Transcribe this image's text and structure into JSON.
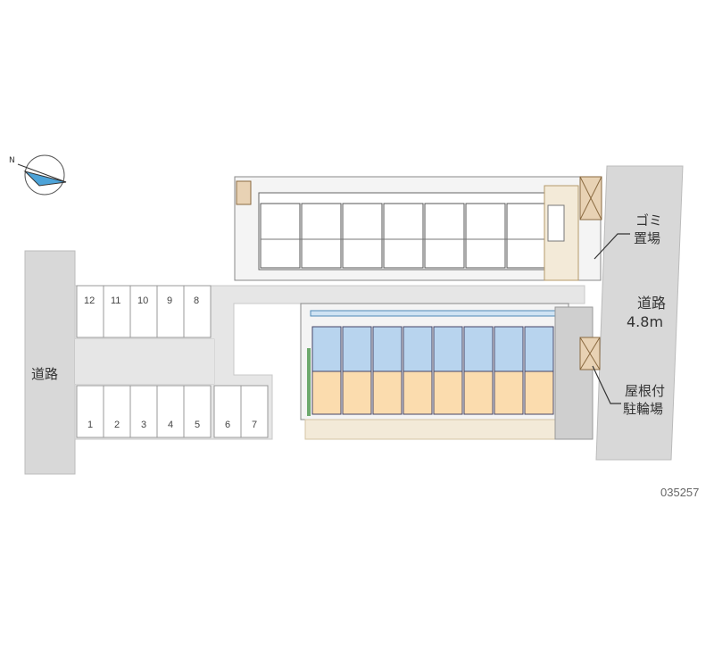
{
  "map": {
    "road_left": "道路",
    "road_right_line1": "道路",
    "road_right_line2": "4.8m",
    "garbage_line1": "ゴミ",
    "garbage_line2": "置場",
    "bike_line1": "屋根付",
    "bike_line2": "駐輪場",
    "property_code": "035257",
    "parking_top": [
      "12",
      "11",
      "10",
      "9",
      "8"
    ],
    "parking_bottom": [
      "1",
      "2",
      "3",
      "4",
      "5",
      "6",
      "7"
    ]
  },
  "colors": {
    "road": "#d8d8d8",
    "lot": "#e6e6e6",
    "building": "#ffffff",
    "unit_blue": "#b8d4ee",
    "unit_orange": "#fbdcae",
    "accent_green": "#6ea96e",
    "walkway": "#f3ead8",
    "bike_area": "#e8d2b4"
  },
  "icons": [
    "compass-icon"
  ]
}
